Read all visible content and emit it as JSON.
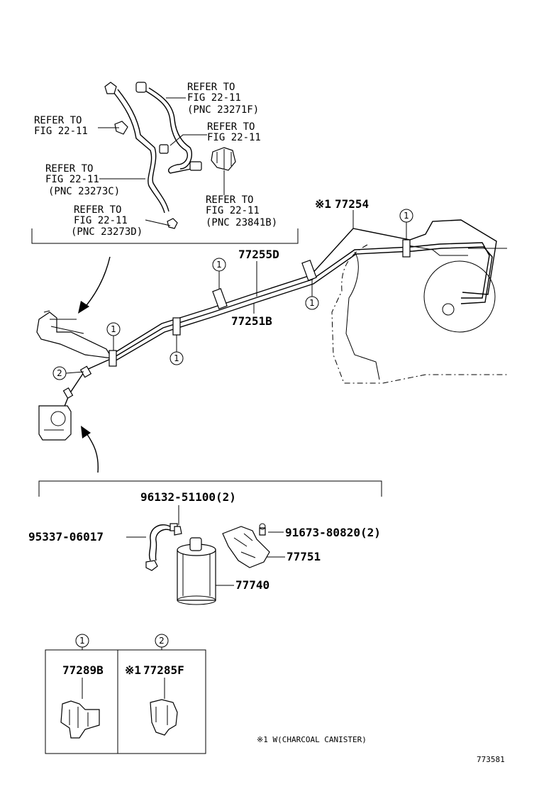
{
  "refs": {
    "top_right": {
      "l1": "REFER TO",
      "l2": "FIG 22-11",
      "l3": "(PNC 23271F)"
    },
    "mid_right": {
      "l1": "REFER TO",
      "l2": "FIG 22-11"
    },
    "top_left": {
      "l1": "REFER TO",
      "l2": "FIG 22-11"
    },
    "left_c": {
      "l1": "REFER TO",
      "l2": "FIG 22-11",
      "l3": "(PNC 23273C)"
    },
    "left_d": {
      "l1": "REFER TO",
      "l2": "FIG 22-11",
      "l3": "(PNC 23273D)"
    },
    "right_b": {
      "l1": "REFER TO",
      "l2": "FIG 22-11",
      "l3": "(PNC 23841B)"
    }
  },
  "parts": {
    "p77254": "77254",
    "p77254_mark": "※1",
    "p77255D": "77255D",
    "p77251B": "77251B",
    "p96132": "96132-51100(2)",
    "p95337": "95337-06017",
    "p91673": "91673-80820(2)",
    "p77751": "77751",
    "p77740": "77740",
    "p77289B": "77289B",
    "p77285F": "77285F",
    "p77285F_mark": "※1"
  },
  "callouts": {
    "one": "1",
    "two": "2"
  },
  "footnote": "※1 W(CHARCOAL CANISTER)",
  "diagram_id": "773581"
}
